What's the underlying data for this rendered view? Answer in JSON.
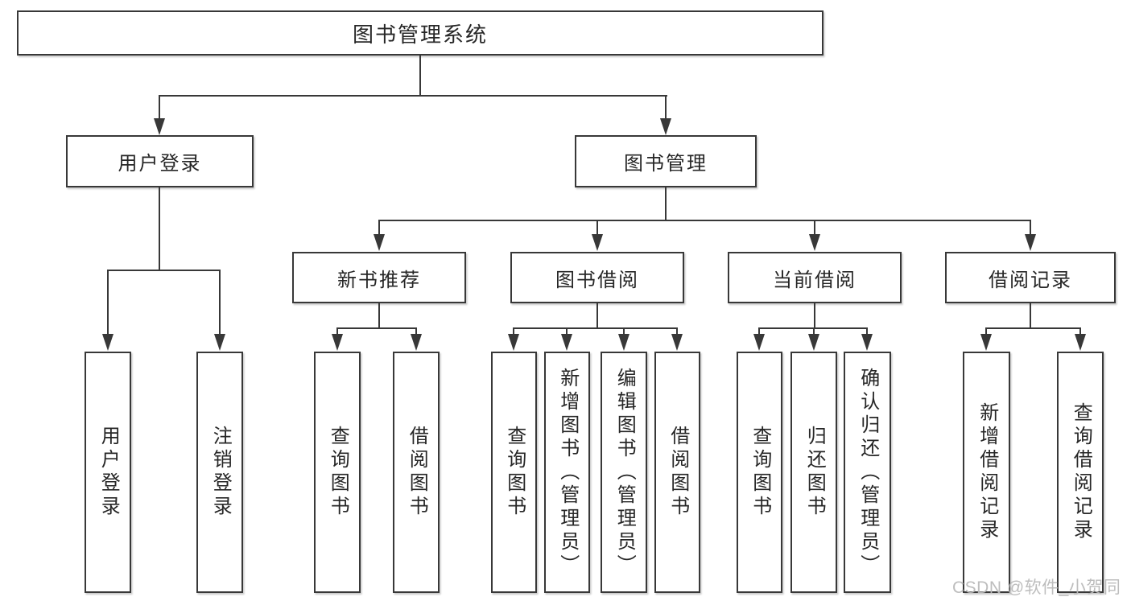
{
  "colors": {
    "line": "#383838",
    "text": "#262626",
    "box_background": "#ffffff",
    "watermark": "#b9b9b9"
  },
  "nodes": {
    "root": "图书管理系统",
    "login": "用户登录",
    "mgmt": "图书管理",
    "login_children": [
      "用户登录",
      "注销登录"
    ],
    "mgmt_children": [
      "新书推荐",
      "图书借阅",
      "当前借阅",
      "借阅记录"
    ],
    "recommend_children": [
      "查询图书",
      "借阅图书"
    ],
    "borrow_children": [
      "查询图书",
      "新增图书（管理员）",
      "编辑图书（管理员）",
      "借阅图书"
    ],
    "current_children": [
      "查询图书",
      "归还图书",
      "确认归还（管理员）"
    ],
    "records_children": [
      "新增借阅记录",
      "查询借阅记录"
    ]
  },
  "watermark": {
    "text": "CSDN @软件_小贺同学"
  }
}
